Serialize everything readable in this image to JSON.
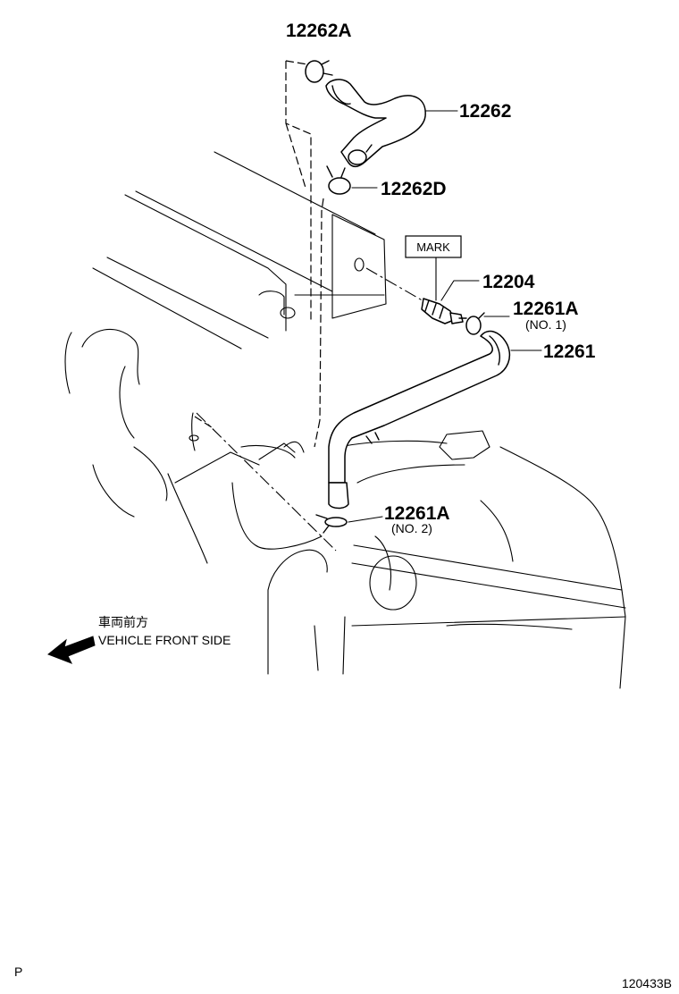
{
  "labels": {
    "hose_clip_top": "12262A",
    "hose_upper": "12262",
    "hose_clip_lower": "12262D",
    "mark_box": "MARK",
    "pcv_valve": "12204",
    "hose_clip_no1": "12261A",
    "hose_clip_no1_sub": "(NO. 1)",
    "hose_lower": "12261",
    "hose_clip_no2": "12261A",
    "hose_clip_no2_sub": "(NO. 2)"
  },
  "direction": {
    "text_jp": "車両前方",
    "text_en": "VEHICLE FRONT SIDE",
    "arrow_icon": "left-arrow-icon"
  },
  "footer": {
    "corner_mark": "P",
    "figure_code": "120433B"
  }
}
